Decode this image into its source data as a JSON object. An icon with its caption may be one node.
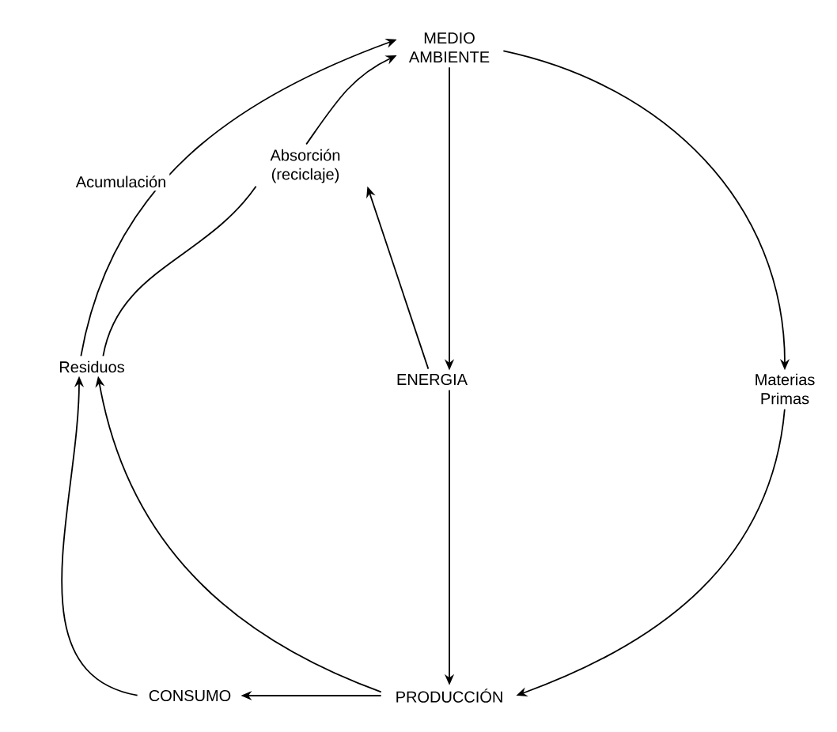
{
  "diagram": {
    "nodes": [
      {
        "text": [
          "MEDIO AMBIENTE"
        ]
      },
      {
        "text": [
          "Absorción (reciclaje)"
        ]
      },
      {
        "text": [
          "Residuos"
        ]
      },
      {
        "text": [
          "ENERGIA"
        ]
      },
      {
        "text": [
          "Materias Primas"
        ]
      },
      {
        "text": [
          "CONSUMO"
        ]
      },
      {
        "text": [
          "PRODUCCIÓN"
        ]
      }
    ],
    "edges": [
      {
        "from": 2,
        "to": 0,
        "arrow": "to",
        "label": "Acumulación"
      },
      {
        "from": 2,
        "to": 1,
        "arrow": "none"
      },
      {
        "from": 1,
        "to": 0,
        "arrow": "to"
      },
      {
        "from": 0,
        "to": 3,
        "arrow": "to"
      },
      {
        "from": 3,
        "to": 1,
        "arrow": "to"
      },
      {
        "from": 0,
        "to": 4,
        "arrow": "to"
      },
      {
        "from": 4,
        "to": 6,
        "arrow": "to"
      },
      {
        "from": 3,
        "to": 6,
        "arrow": "to"
      },
      {
        "from": 6,
        "to": 5,
        "arrow": "to"
      },
      {
        "from": 5,
        "to": 2,
        "arrow": "to"
      },
      {
        "from": 6,
        "to": 2,
        "arrow": "to"
      }
    ]
  }
}
